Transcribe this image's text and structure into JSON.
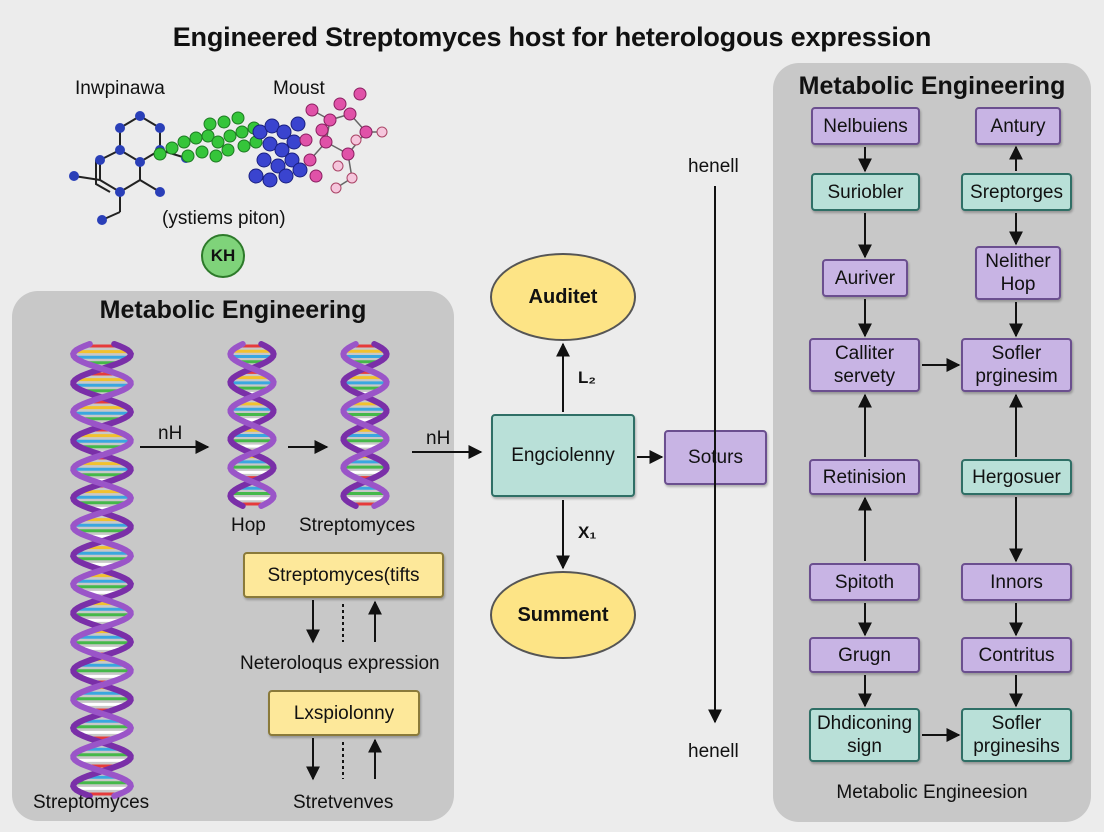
{
  "title": "Engineered Streptomyces host for heterologous expression",
  "molecule": {
    "label_left": "Inwpinawa",
    "label_right": "Moust",
    "caption": "(ystiems piton)",
    "badge": "KH"
  },
  "left_panel": {
    "title": "Metabolic Engineering",
    "arrow_label_1": "nH",
    "arrow_label_2": "nH",
    "helix_label_hop": "Hop",
    "helix_label_strep": "Streptomyces",
    "bottom_label": "Streptomyces",
    "box1": "Streptomyces(tifts",
    "expression_label": "Neteroloqus expression",
    "box2": "Lxspiolonny",
    "bottom_center_label": "Stretvenves"
  },
  "center": {
    "top_ellipse": "Auditet",
    "bottom_ellipse": "Summent",
    "main_box": "Engciolenny",
    "side_box": "Soturs",
    "up_label": "L₂",
    "down_label": "X₁",
    "timeline_top": "henell",
    "timeline_bottom": "henell"
  },
  "right_panel": {
    "title": "Metabolic Engineering",
    "footer": "Metabolic Engineesion",
    "left_col": [
      {
        "text": "Nelbuiens",
        "style": "purple"
      },
      {
        "text": "Suriobler",
        "style": "teal"
      },
      {
        "text": "Auriver",
        "style": "purple"
      },
      {
        "text": "Calliter servety",
        "style": "purple"
      },
      {
        "text": "Retinision",
        "style": "purple"
      },
      {
        "text": "Spitoth",
        "style": "purple"
      },
      {
        "text": "Grugn",
        "style": "purple"
      },
      {
        "text": "Dhdiconing sign",
        "style": "teal"
      }
    ],
    "right_col": [
      {
        "text": "Antury",
        "style": "purple"
      },
      {
        "text": "Sreptorges",
        "style": "teal"
      },
      {
        "text": "Nelither Hop",
        "style": "purple"
      },
      {
        "text": "Sofler prginesim",
        "style": "purple"
      },
      {
        "text": "Hergosuer",
        "style": "teal"
      },
      {
        "text": "Innors",
        "style": "purple"
      },
      {
        "text": "Contritus",
        "style": "purple"
      },
      {
        "text": "Sofler prginesihs",
        "style": "teal"
      }
    ]
  },
  "colors": {
    "panel": "#c8c8c8",
    "purple_box": "#c8b4e4",
    "teal_box": "#b9e0d8",
    "yellow_box": "#fde89a",
    "ellipse": "#fde486",
    "helix": "#7a2fa8"
  }
}
